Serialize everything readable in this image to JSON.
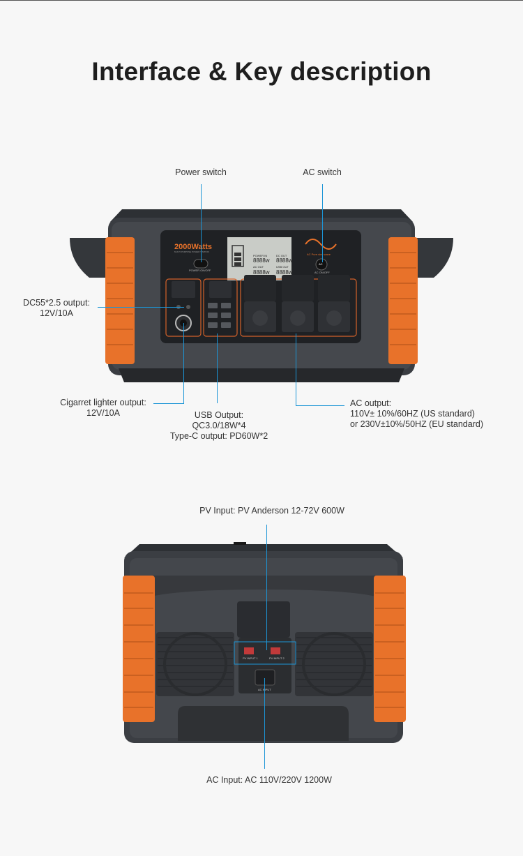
{
  "heading": "Interface & Key description",
  "front_panel": {
    "power_switch": "Power switch",
    "ac_switch": "AC switch",
    "dc55_line1": "DC55*2.5 output:",
    "dc55_line2": "12V/10A",
    "cigarette_line1": "Cigarret lighter output:",
    "cigarette_line2": "12V/10A",
    "usb_line1": "USB Output:",
    "usb_line2": "QC3.0/18W*4",
    "usb_line3": "Type-C output: PD60W*2",
    "ac_out_line1": "AC output:",
    "ac_out_line2": "110V± 10%/60HZ (US standard)",
    "ac_out_line3": "or 230V±10%/50HZ (EU standard)",
    "device_brand": "2000Watts",
    "device_subtitle": "MULTI PURPOSE POWER STATION",
    "power_button_caption": "POWER ON/OFF",
    "ac_wave_caption": "AC Pure sine wave",
    "ac_button_text": "AC",
    "ac_button_caption": "AC ON/OFF",
    "lcd_power_in": "POWER IN",
    "lcd_dc_out": "DC OUT",
    "lcd_ac_out": "AC OUT",
    "lcd_usb_out": "USB OUT",
    "lcd_digits": "8888w"
  },
  "rear_panel": {
    "pv_input": "PV Input: PV Anderson 12-72V  600W",
    "ac_input": "AC Input: AC  110V/220V 1200W",
    "pv_input_1": "PV INPUT 1",
    "pv_input_2": "PV INPUT 2",
    "ac_input_caption": "AC INPUT"
  },
  "colors": {
    "accent_line": "#1c95d6",
    "orange": "#e8722a",
    "body_dark": "#3a3d42"
  }
}
